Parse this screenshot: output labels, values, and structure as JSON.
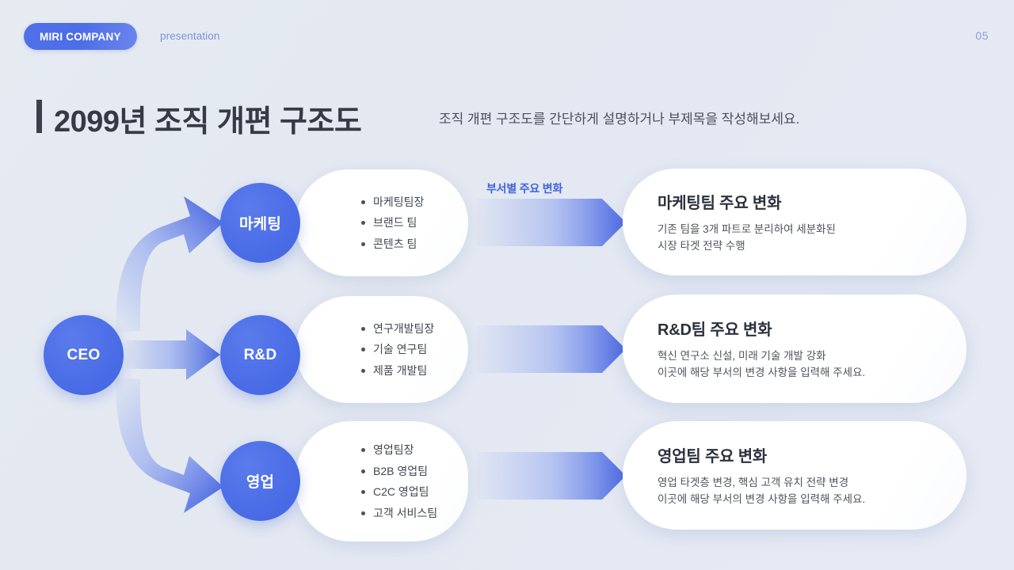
{
  "header": {
    "brand": "MIRI COMPANY",
    "subtitle": "presentation",
    "page_number": "05"
  },
  "title": {
    "main": "2099년 조직 개편 구조도",
    "sub": "조직 개편 구조도를 간단하게 설명하거나 부제목을 작성해보세요."
  },
  "diagram": {
    "root": {
      "label": "CEO"
    },
    "section_label": "부서별 주요 변화",
    "branches": [
      {
        "circle": "마케팅",
        "teams": [
          "마케팅팀장",
          "브랜드 팀",
          "콘텐츠 팀"
        ],
        "card_title": "마케팅팀 주요 변화",
        "card_desc_line1": "기존 팀을 3개 파트로 분리하여 세분화된",
        "card_desc_line2": "시장 타겟 전략 수행"
      },
      {
        "circle": "R&D",
        "teams": [
          "연구개발팀장",
          "기술 연구팀",
          "제품 개발팀"
        ],
        "card_title": "R&D팀 주요 변화",
        "card_desc_line1": "혁신 연구소 신설, 미래 기술 개발 강화",
        "card_desc_line2": "이곳에 해당 부서의 변경 사항을 입력해 주세요."
      },
      {
        "circle": "영업",
        "teams": [
          "영업팀장",
          "B2B 영업팀",
          "C2C 영업팀",
          "고객 서비스팀"
        ],
        "card_title": "영업팀 주요 변화",
        "card_desc_line1": "영업 타겟층 변경, 핵심 고객 유치 전략 변경",
        "card_desc_line2": "이곳에 해당 부서의 변경 사항을 입력해 주세요."
      }
    ]
  },
  "colors": {
    "accent_blue": "#4a6ce6",
    "brand_blue": "#4c6ee6",
    "title_dark": "#353a45",
    "background": "#e3e8f1"
  }
}
